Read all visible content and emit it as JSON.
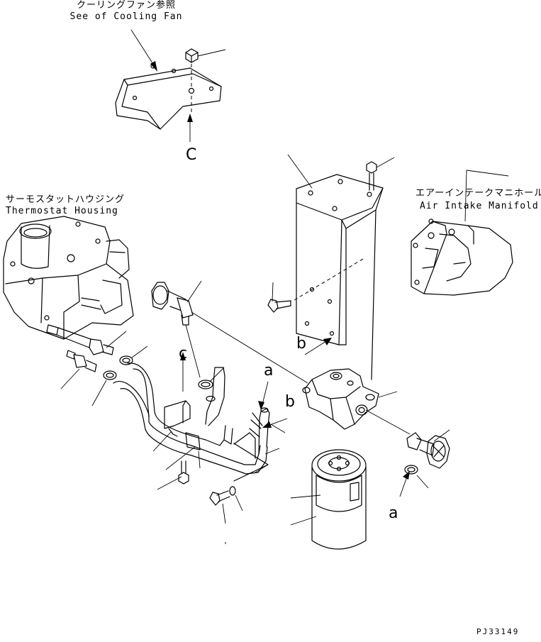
{
  "labels": {
    "cooling_fan_jp": "クーリングファン参照",
    "cooling_fan_en": "See of Cooling Fan",
    "thermostat_jp": "サーモスタットハウジング",
    "thermostat_en": "Thermostat Housing",
    "manifold_jp": "エアーインテークマニホールド",
    "manifold_en": "Air Intake Manifold"
  },
  "view_letters": {
    "c_top": "C",
    "c_mid": "c",
    "b_left": "b",
    "b_right": "b",
    "a_top": "a",
    "a_bottom": "a"
  },
  "drawing_code": "PJ33149"
}
